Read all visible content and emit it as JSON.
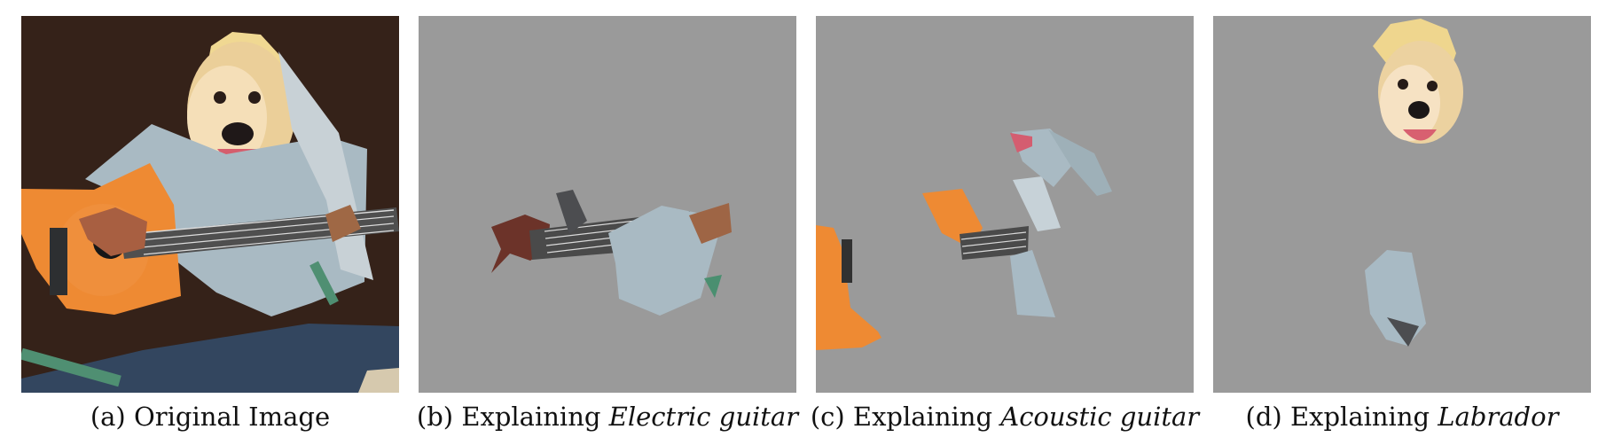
{
  "figure": {
    "panels": [
      {
        "id": "a",
        "caption_prefix": "(a) Original Image",
        "caption_italic": ""
      },
      {
        "id": "b",
        "caption_prefix": "(b) Explaining ",
        "caption_italic": "Electric guitar"
      },
      {
        "id": "c",
        "caption_prefix": "(c) Explaining ",
        "caption_italic": "Acoustic guitar"
      },
      {
        "id": "d",
        "caption_prefix": "(d) Explaining ",
        "caption_italic": "Labrador"
      }
    ]
  },
  "colors": {
    "mask_gray": "#9a9a9a",
    "guitar_orange": "#ee8a33",
    "shirt_blue": "#a9bac3",
    "fur": "#e8c88f",
    "hat": "#e9d48d",
    "dark_bg": "#2f1f18"
  }
}
